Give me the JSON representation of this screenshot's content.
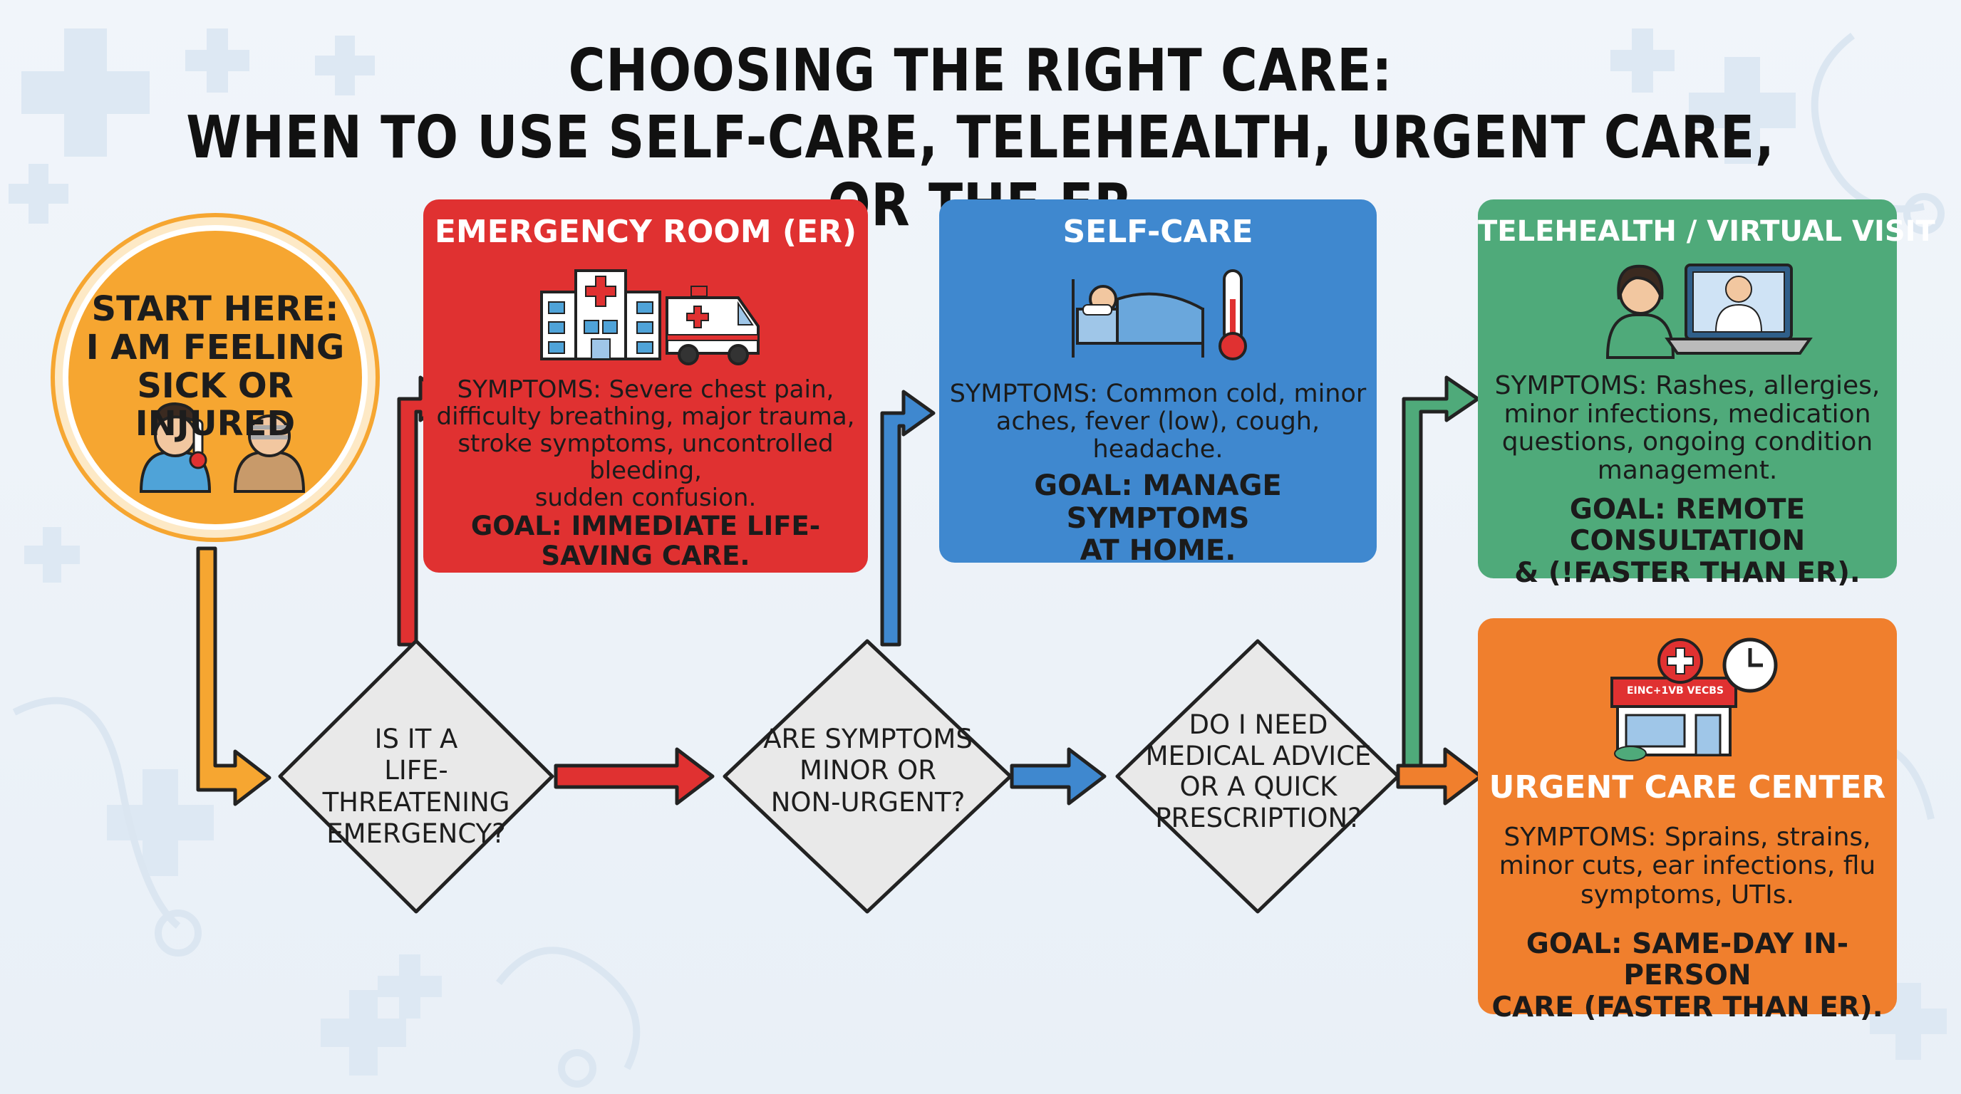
{
  "title": {
    "line1": "CHOOSING THE RIGHT CARE:",
    "line2": "WHEN TO USE SELF-CARE, TELEHEALTH, URGENT CARE, OR THE ER"
  },
  "start": {
    "line1": "START HERE:",
    "line2": "I AM FEELING",
    "line3": "SICK OR INJURED"
  },
  "decisions": [
    {
      "line1": "IS IT A",
      "line2": "LIFE-THREATENING",
      "line3": "EMERGENCY?"
    },
    {
      "line1": "ARE SYMPTOMS",
      "line2": "MINOR OR",
      "line3": "NON-URGENT?"
    },
    {
      "line1": "DO I NEED",
      "line2": "MEDICAL ADVICE",
      "line3": "OR A QUICK",
      "line4": "PRESCRIPTION?"
    }
  ],
  "er": {
    "title": "EMERGENCY ROOM (ER)",
    "symptoms": [
      "SYMPTOMS: Severe chest pain,",
      "difficulty breathing, major trauma,",
      "stroke symptoms, uncontrolled bleeding,",
      "sudden confusion."
    ],
    "goal": "GOAL: IMMEDIATE LIFE-SAVING CARE."
  },
  "selfcare": {
    "title": "SELF-CARE",
    "symptoms": [
      "SYMPTOMS: Common cold, minor",
      "aches, fever (low), cough, headache."
    ],
    "goal": [
      "GOAL: MANAGE SYMPTOMS",
      "AT HOME."
    ]
  },
  "telehealth": {
    "title": "TELEHEALTH / VIRTUAL VISIT",
    "symptoms": [
      "SYMPTOMS: Rashes, allergies,",
      "minor infections, medication",
      "questions, ongoing condition",
      "management."
    ],
    "goal": [
      "GOAL: REMOTE CONSULTATION",
      "& (!FASTER THAN ER)."
    ]
  },
  "urgent": {
    "title": "URGENT CARE CENTER",
    "sign": "EINC+1VB VECBS",
    "symptoms": [
      "SYMPTOMS: Sprains, strains,",
      "minor cuts, ear infections, flu",
      "symptoms, UTIs."
    ],
    "goal": [
      "GOAL: SAME-DAY IN-PERSON",
      "CARE (FASTER THAN ER)."
    ]
  },
  "colors": {
    "start": "#f6a631",
    "er": "#e03131",
    "selfcare": "#3f88cf",
    "telehealth": "#4faa7a",
    "urgent": "#f07f2d",
    "diamond": "#e9e9e9"
  },
  "icons": {
    "start": [
      "sick-person-icon",
      "thermometer-icon",
      "injured-person-icon"
    ],
    "er": [
      "hospital-icon",
      "ambulance-icon"
    ],
    "selfcare": [
      "bed-patient-icon",
      "thermometer-icon"
    ],
    "telehealth": [
      "patient-icon",
      "doctor-laptop-icon"
    ],
    "urgent": [
      "clinic-building-icon",
      "clock-icon"
    ]
  }
}
